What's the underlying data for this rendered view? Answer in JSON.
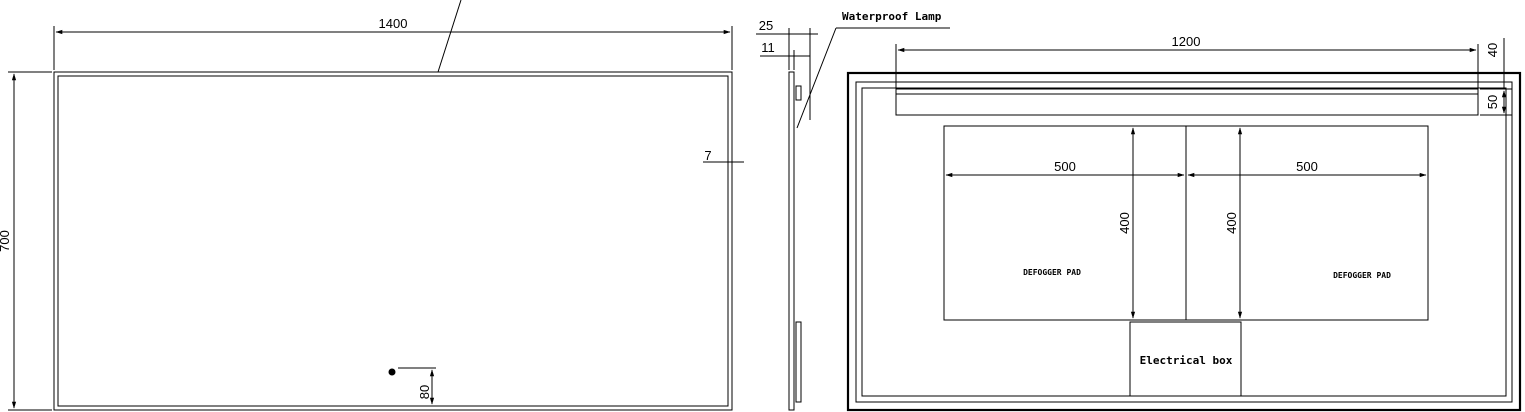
{
  "front_view": {
    "width_dim": "1400",
    "height_dim": "700",
    "frame_offset_dim": "7",
    "sensor_offset_dim": "80"
  },
  "side_view": {
    "total_depth_dim": "25",
    "glass_depth_dim": "11",
    "lamp_label": "Waterproof Lamp"
  },
  "back_view": {
    "lamp_length_dim": "1200",
    "lamp_top_offset_dim": "40",
    "lamp_height_dim": "50",
    "pad_left": {
      "label": "DEFOGGER PAD",
      "width_dim": "500",
      "height_dim": "400"
    },
    "pad_right": {
      "label": "DEFOGGER PAD",
      "width_dim": "500",
      "height_dim": "400"
    },
    "electrical_box_label": "Electrical box"
  }
}
